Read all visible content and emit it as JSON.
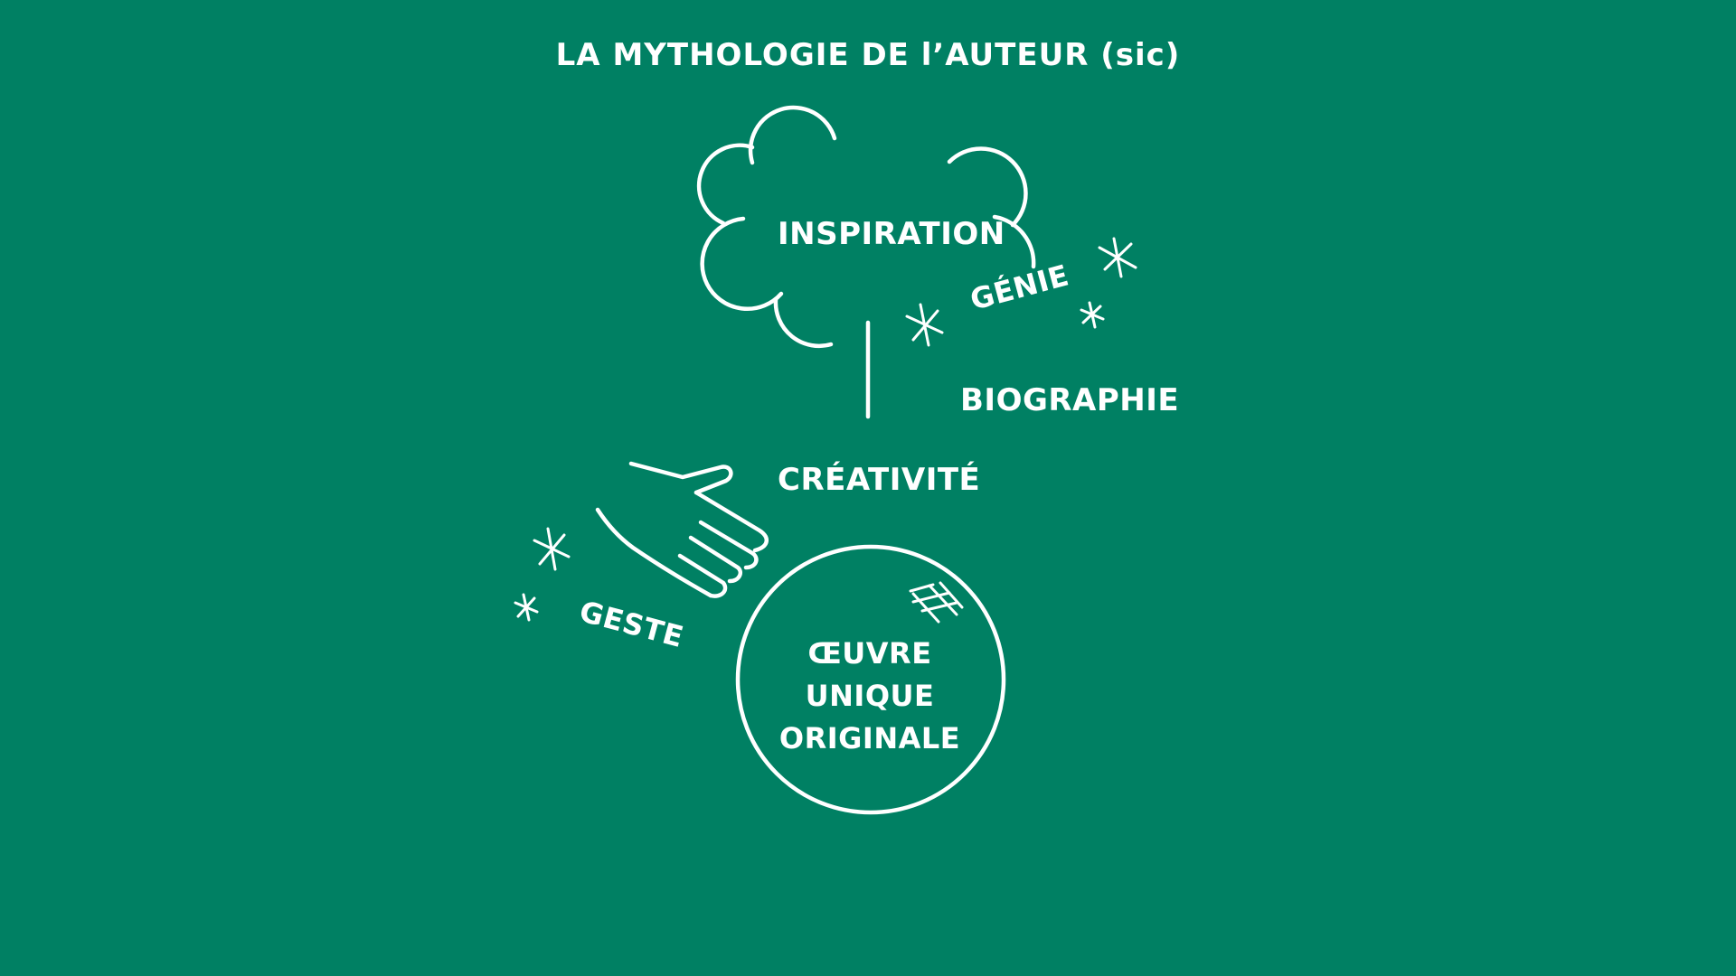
{
  "title": "LA MYTHOLOGIE DE l’AUTEUR (sic)",
  "labels": {
    "inspiration": "INSPIRATION",
    "genie": "GÉNIE",
    "biographie": "BIOGRAPHIE",
    "creativite": "CRÉATIVITÉ",
    "geste": "GESTE",
    "oeuvre_line1": "ŒUVRE",
    "oeuvre_line2": "UNIQUE",
    "oeuvre_line3": "ORIGINALE"
  },
  "colors": {
    "background": "#008063",
    "foreground": "#ffffff"
  },
  "icons": [
    "cloud-icon",
    "hand-icon",
    "sparkle-icon",
    "hash-icon"
  ]
}
